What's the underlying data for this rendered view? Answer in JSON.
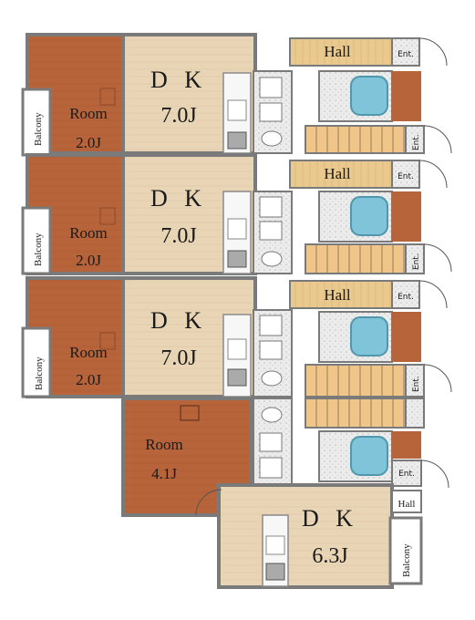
{
  "colors": {
    "wood_light": "#e8d5b6",
    "wood_dark": "#b8643a",
    "hall_wood": "#e9c98e",
    "stair": "#efc58a",
    "wall": "#7a7a7a",
    "tile": "#e7e7e7",
    "bath": "#7fc4d8"
  },
  "units": [
    {
      "dk_label": "D K",
      "dk_size": "7.0J",
      "room_label": "Room",
      "room_size": "2.0J",
      "balcony_label": "Balcony",
      "hall_label": "Hall",
      "entrance_top": "Ent.",
      "entrance_bottom": "Ent."
    },
    {
      "dk_label": "D K",
      "dk_size": "7.0J",
      "room_label": "Room",
      "room_size": "2.0J",
      "balcony_label": "Balcony",
      "hall_label": "Hall",
      "entrance_top": "Ent.",
      "entrance_bottom": "Ent."
    },
    {
      "dk_label": "D K",
      "dk_size": "7.0J",
      "room_label": "Room",
      "room_size": "2.0J",
      "balcony_label": "Balcony",
      "hall_label": "Hall",
      "entrance_top": "Ent.",
      "entrance_bottom": "Ent."
    }
  ],
  "bottom_unit": {
    "room_label": "Room",
    "room_size": "4.1J",
    "dk_label": "D K",
    "dk_size": "6.3J",
    "balcony_label": "Balcony",
    "hall_label": "Hall",
    "entrance_label": "Ent."
  }
}
